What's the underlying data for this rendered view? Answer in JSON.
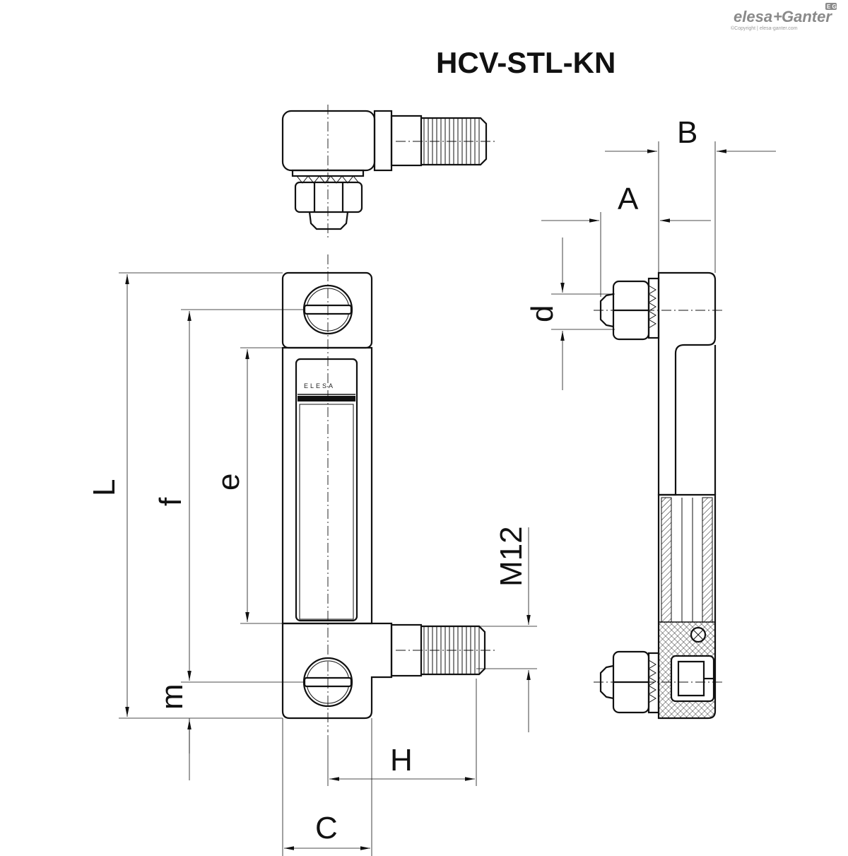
{
  "brand": {
    "logo_left": "elesa",
    "logo_right": "Ganter",
    "copyright": "©Copyright | elesa-ganter.com",
    "badge": "E G"
  },
  "title": "HCV-STL-KN",
  "product_mark": "ELESA",
  "dimensions": {
    "A": "A",
    "B": "B",
    "C": "C",
    "H": "H",
    "L": "L",
    "f": "f",
    "e": "e",
    "m": "m",
    "d": "d",
    "thread": "M12"
  }
}
